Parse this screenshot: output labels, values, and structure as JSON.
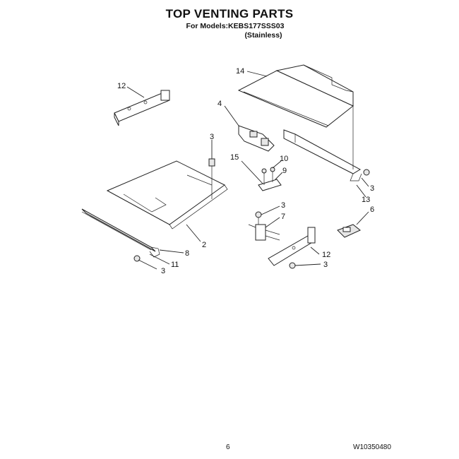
{
  "header": {
    "title": "TOP VENTING PARTS",
    "models_line": "For Models:KEBS177SSS03",
    "variant_line": "(Stainless)"
  },
  "callouts": {
    "c14": "14",
    "c12a": "12",
    "c4": "4",
    "c3a": "3",
    "c15": "15",
    "c10": "10",
    "c9": "9",
    "c3b": "3",
    "c13": "13",
    "c6": "6",
    "c3c": "3",
    "c7": "7",
    "c2": "2",
    "c8": "8",
    "c11": "11",
    "c3d": "3",
    "c12b": "12",
    "c3e": "3"
  },
  "footer": {
    "page_number": "6",
    "doc_code": "W10350480"
  }
}
